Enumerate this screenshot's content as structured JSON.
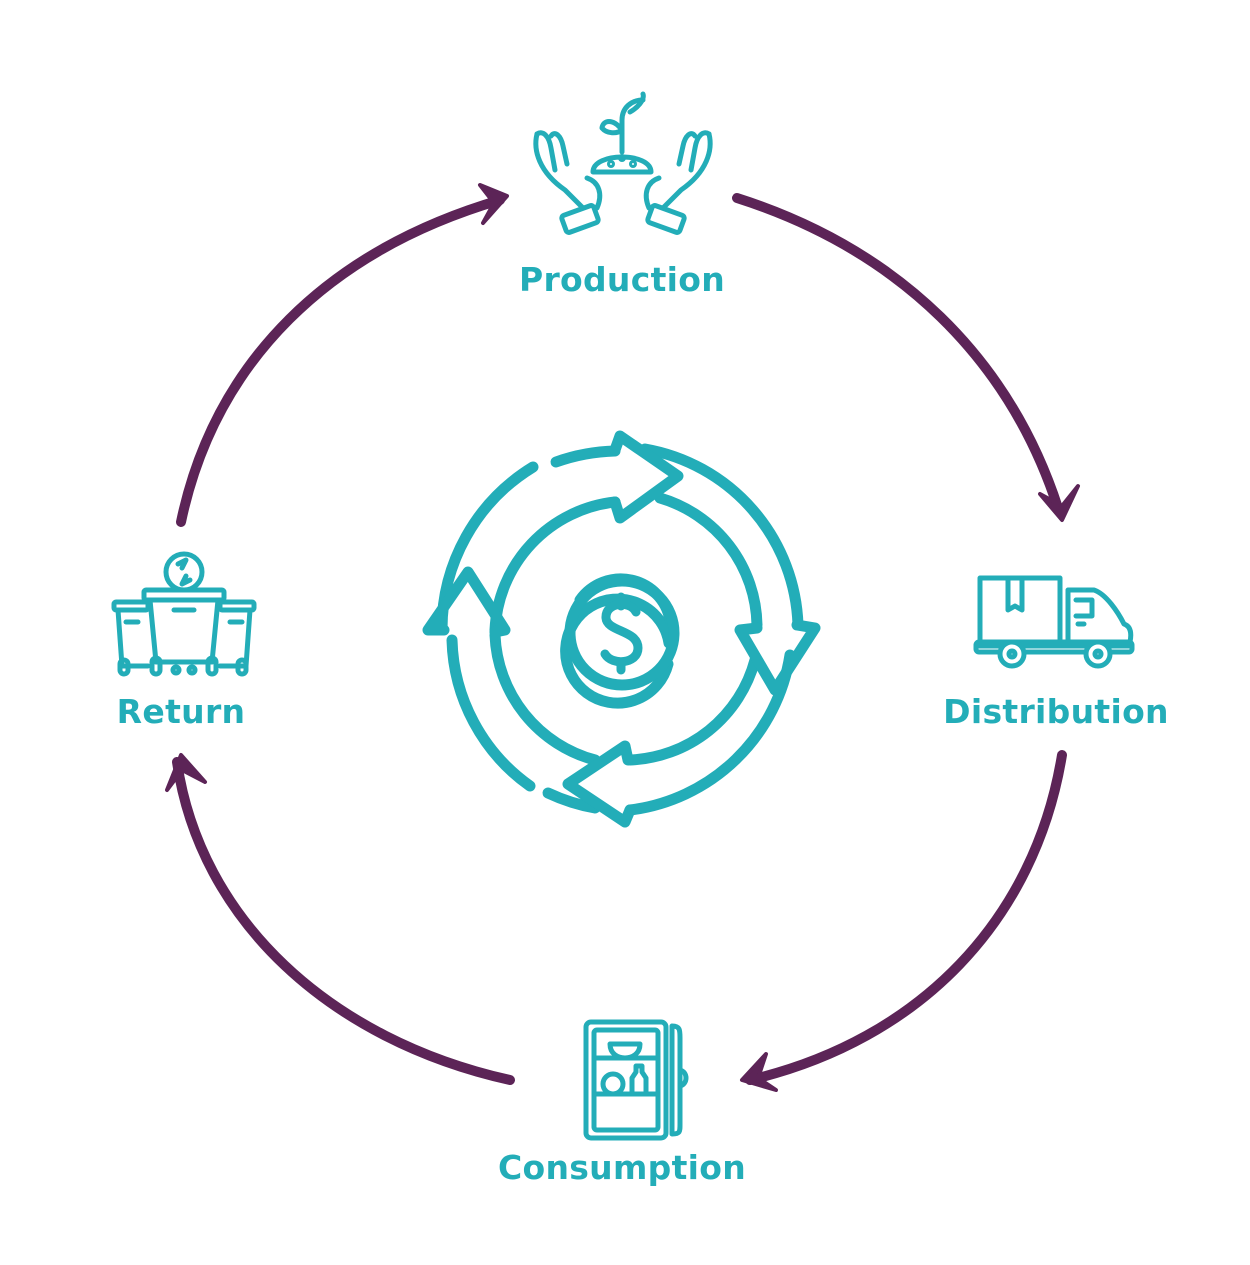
{
  "colors": {
    "accent": "#23adb8",
    "arrow": "#5c2457",
    "background": "#ffffff"
  },
  "center": {
    "icon": "money-cycle-icon",
    "description": "circular arrows around dollar coin"
  },
  "stages": [
    {
      "id": "production",
      "label": "Production",
      "icon": "hands-holding-sprout-icon"
    },
    {
      "id": "distribution",
      "label": "Distribution",
      "icon": "delivery-truck-icon"
    },
    {
      "id": "consumption",
      "label": "Consumption",
      "icon": "refrigerator-icon"
    },
    {
      "id": "return",
      "label": "Return",
      "icon": "recycling-bins-icon"
    }
  ],
  "flow": [
    {
      "from": "Production",
      "to": "Distribution"
    },
    {
      "from": "Distribution",
      "to": "Consumption"
    },
    {
      "from": "Consumption",
      "to": "Return"
    },
    {
      "from": "Return",
      "to": "Production"
    }
  ]
}
